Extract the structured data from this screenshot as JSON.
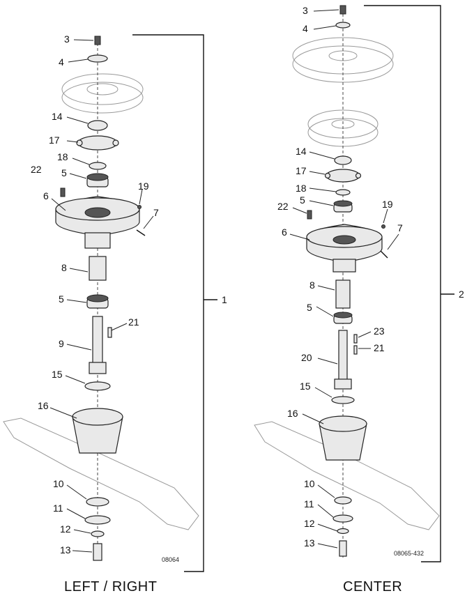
{
  "left": {
    "caption": "LEFT / RIGHT",
    "assembly_number": "1",
    "drawing_code": "08064",
    "labels": [
      "3",
      "4",
      "14",
      "17",
      "18",
      "22",
      "5",
      "19",
      "6",
      "7",
      "8",
      "5",
      "21",
      "9",
      "15",
      "16",
      "10",
      "11",
      "12",
      "13"
    ]
  },
  "center": {
    "caption": "CENTER",
    "assembly_number": "2",
    "drawing_code": "08065-432",
    "labels": [
      "3",
      "4",
      "14",
      "17",
      "18",
      "5",
      "19",
      "22",
      "6",
      "7",
      "8",
      "5",
      "23",
      "21",
      "20",
      "15",
      "16",
      "10",
      "11",
      "12",
      "13"
    ]
  }
}
